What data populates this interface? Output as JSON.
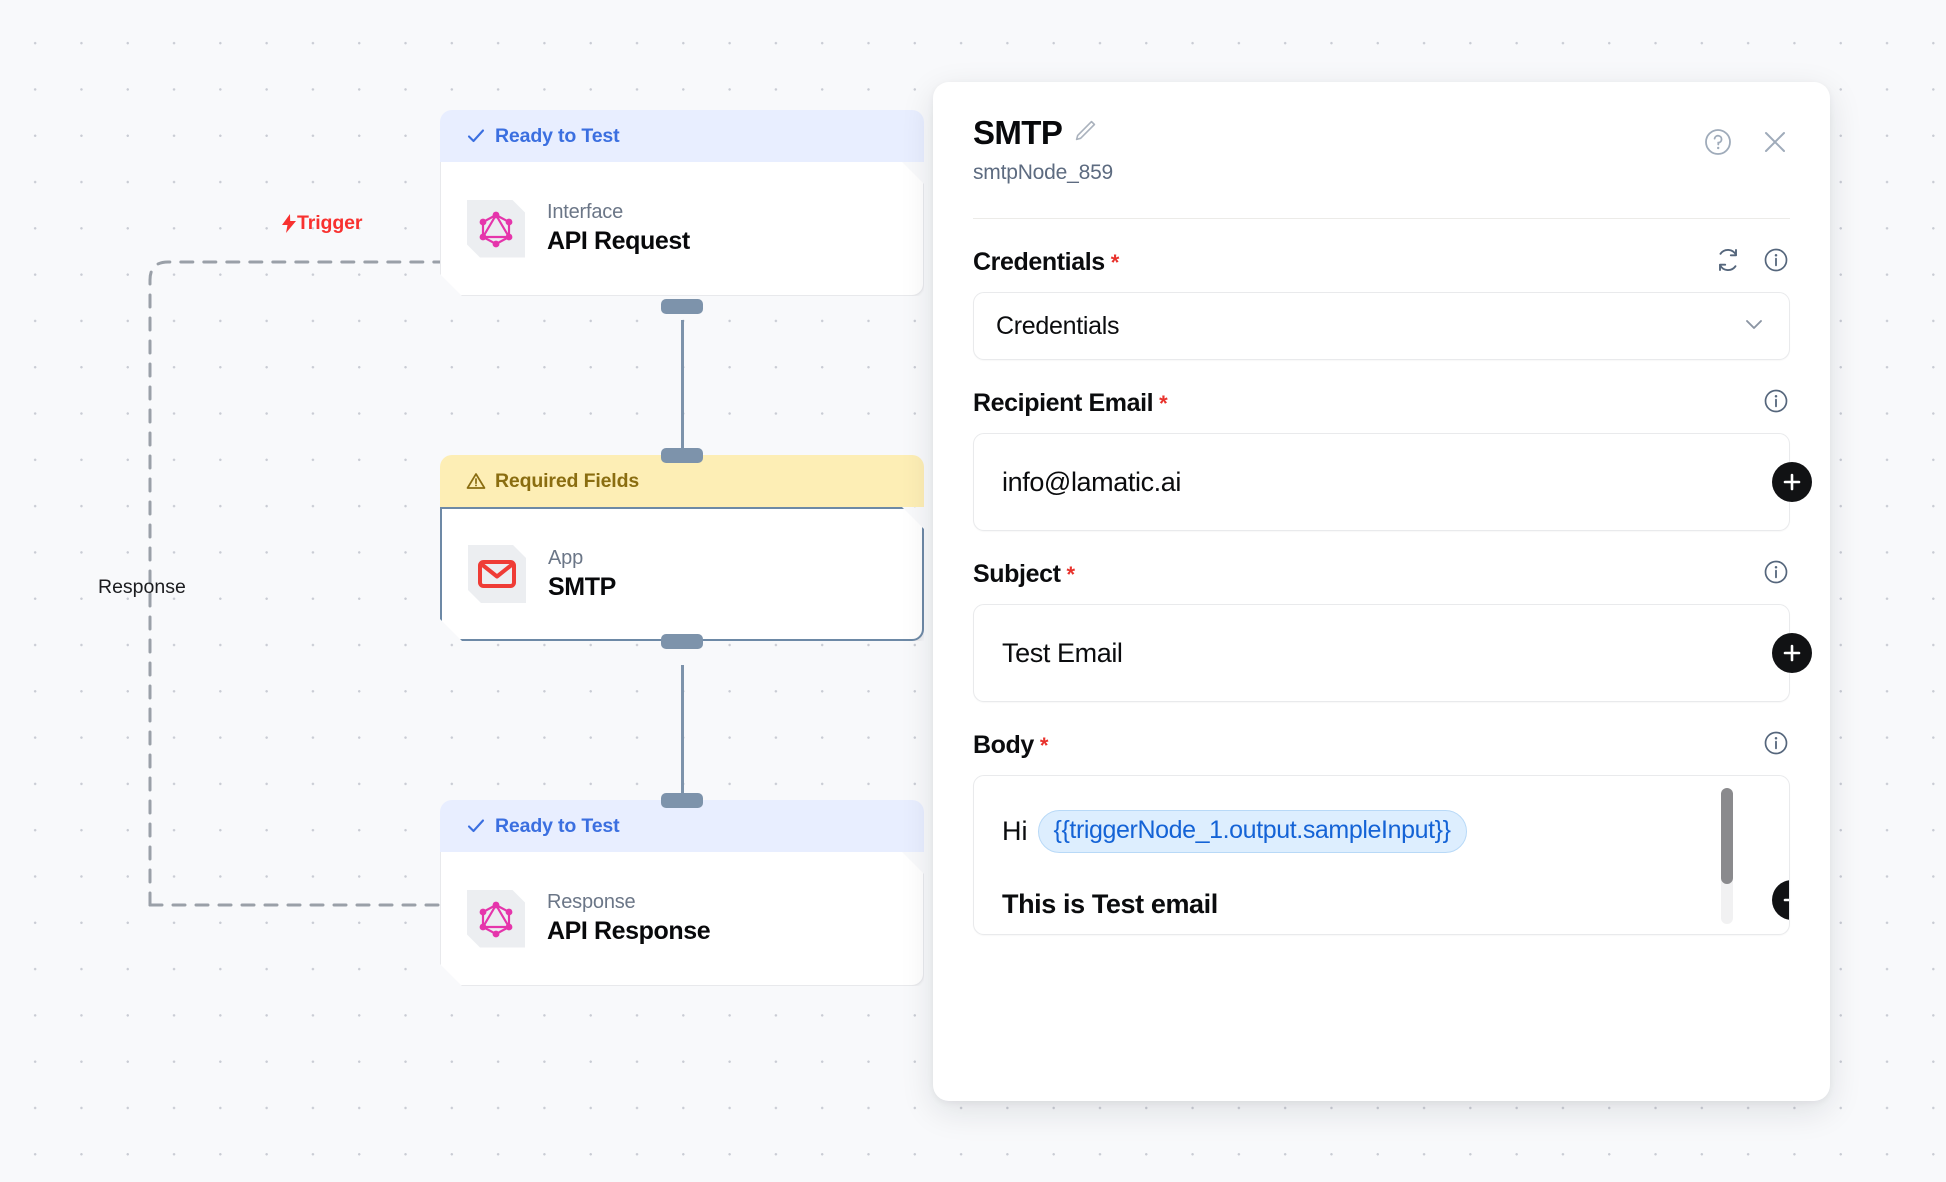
{
  "canvas": {
    "trigger_edge_label": "Trigger",
    "response_edge_label": "Response",
    "trigger_icon": "lightning-bolt-icon"
  },
  "nodes": [
    {
      "status": "Ready to Test",
      "status_icon": "check-icon",
      "kind": "Interface",
      "title": "API Request",
      "icon": "graphql-icon"
    },
    {
      "status": "Required Fields",
      "status_icon": "warning-triangle-icon",
      "kind": "App",
      "title": "SMTP",
      "icon": "envelope-icon"
    },
    {
      "status": "Ready to Test",
      "status_icon": "check-icon",
      "kind": "Response",
      "title": "API Response",
      "icon": "graphql-icon"
    }
  ],
  "panel": {
    "title": "SMTP",
    "edit_icon": "pencil-icon",
    "subtitle": "smtpNode_859",
    "help_icon": "help-circle-icon",
    "close_icon": "close-icon",
    "fields": {
      "credentials": {
        "label": "Credentials",
        "required_marker": "*",
        "refresh_icon": "refresh-icon",
        "info_icon": "info-circle-icon",
        "value": "Credentials",
        "chevron_icon": "chevron-down-icon"
      },
      "recipient_email": {
        "label": "Recipient Email",
        "required_marker": "*",
        "info_icon": "info-circle-icon",
        "value": "info@lamatic.ai",
        "add_icon": "plus-icon"
      },
      "subject": {
        "label": "Subject",
        "required_marker": "*",
        "info_icon": "info-circle-icon",
        "value": "Test Email",
        "add_icon": "plus-icon"
      },
      "body": {
        "label": "Body",
        "required_marker": "*",
        "info_icon": "info-circle-icon",
        "text_prefix": "Hi",
        "variable_chip": "{{triggerNode_1.output.sampleInput}}",
        "line_two": "This is Test email",
        "add_icon": "plus-icon"
      }
    }
  },
  "colors": {
    "canvas_bg": "#f8f9fb",
    "ready_badge_bg": "#e8eeff",
    "ready_badge_fg": "#3b6fe0",
    "warn_badge_bg": "#fdeeb5",
    "warn_badge_fg": "#8a6d10",
    "trigger_red": "#f8312f",
    "handle_slate": "#7d93ab",
    "required_red": "#e8322c",
    "chip_bg": "#ddeefe",
    "chip_fg": "#1463d6"
  }
}
